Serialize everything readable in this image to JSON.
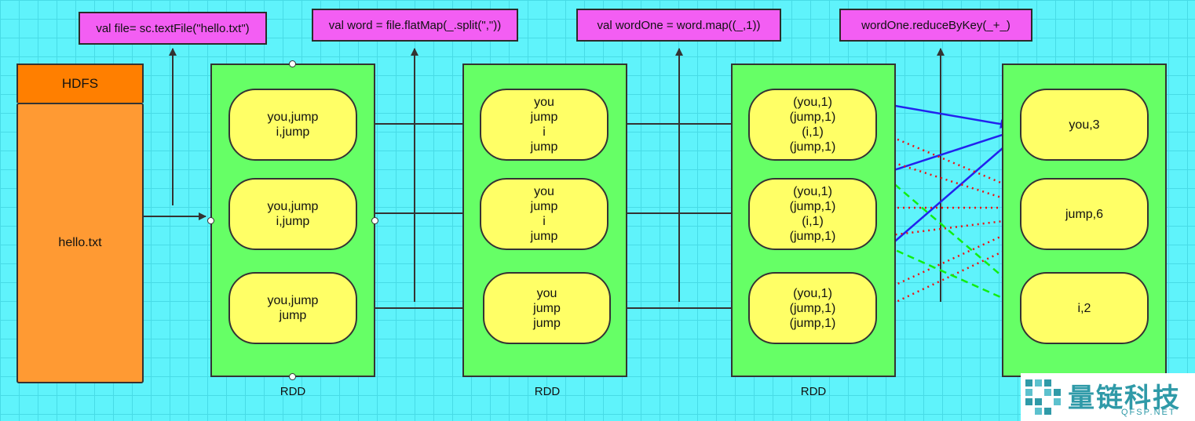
{
  "code_boxes": [
    "val file= sc.textFile(\"hello.txt\")",
    "val word = file.flatMap(_.split(\",\"))",
    "val wordOne = word.map((_,1))",
    "wordOne.reduceByKey(_+_)"
  ],
  "hdfs": {
    "header": "HDFS",
    "file": "hello.txt"
  },
  "rdd_label": "RDD",
  "stage1": [
    "you,jump\ni,jump",
    "you,jump\ni,jump",
    "you,jump\njump"
  ],
  "stage2": [
    "you\njump\ni\njump",
    "you\njump\ni\njump",
    "you\njump\njump"
  ],
  "stage3": [
    "(you,1)\n(jump,1)\n(i,1)\n(jump,1)",
    "(you,1)\n(jump,1)\n(i,1)\n(jump,1)",
    "(you,1)\n(jump,1)\n(jump,1)"
  ],
  "stage4": [
    "you,3",
    "jump,6",
    "i,2"
  ],
  "colors": {
    "you": "#2222ee",
    "jump": "#ee1111",
    "i": "#11ee11"
  },
  "watermark": {
    "name": "量链科技",
    "domain": "QFSP.NET"
  }
}
